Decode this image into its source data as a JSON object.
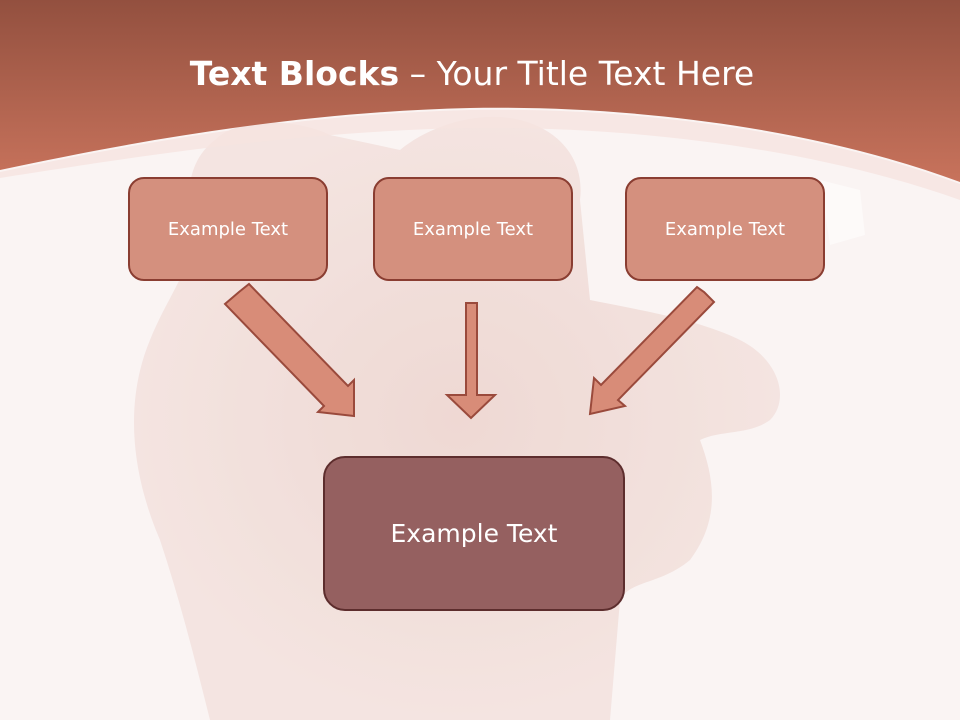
{
  "title": {
    "bold": "Text Blocks",
    "separator": " – ",
    "rest": "Your Title Text Here"
  },
  "blocks": [
    {
      "label": "Example Text"
    },
    {
      "label": "Example Text"
    },
    {
      "label": "Example Text"
    }
  ],
  "result": {
    "label": "Example Text"
  },
  "colors": {
    "header": "#c46f58",
    "box_fill": "#d4907e",
    "box_border": "#8a3d31",
    "result_fill": "#956060",
    "arrow_fill": "#d88c78",
    "arrow_stroke": "#9a4a3c"
  }
}
